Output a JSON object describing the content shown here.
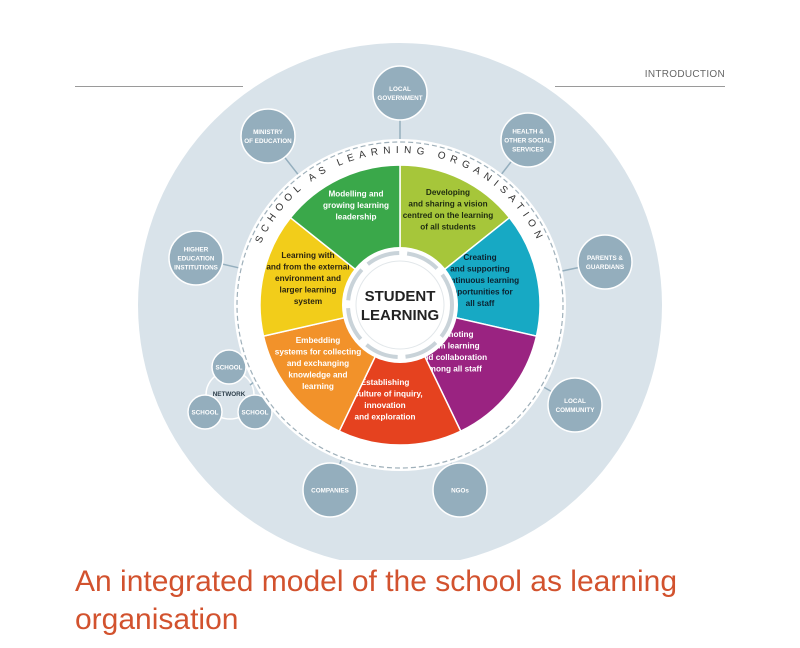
{
  "header": {
    "section": "INTRODUCTION"
  },
  "center": {
    "line1": "STUDENT",
    "line2": "LEARNING"
  },
  "ring_label": "SCHOOL AS LEARNING ORGANISATION",
  "dimensions": [
    {
      "lines": [
        "Developing",
        "and sharing a vision",
        "centred on the learning",
        "of all students"
      ],
      "color": "#a6c63a",
      "text_color": "#1e2b10"
    },
    {
      "lines": [
        "Creating",
        "and supporting",
        "continuous learning",
        "opportunities for",
        "all staff"
      ],
      "color": "#17a9c4",
      "text_color": "#0c2230"
    },
    {
      "lines": [
        "Promoting",
        "team learning",
        "and collaboration",
        "among all staff"
      ],
      "color": "#9a2381",
      "text_color": "#ffffff"
    },
    {
      "lines": [
        "Establishing",
        "a culture of inquiry,",
        "innovation",
        "and exploration"
      ],
      "color": "#e5421f",
      "text_color": "#ffffff"
    },
    {
      "lines": [
        "Embedding",
        "systems for collecting",
        "and exchanging",
        "knowledge and",
        "learning"
      ],
      "color": "#f2922a",
      "text_color": "#ffffff"
    },
    {
      "lines": [
        "Learning with",
        "and from the external",
        "environment and",
        "larger learning",
        "system"
      ],
      "color": "#f2cd1a",
      "text_color": "#2a2410"
    },
    {
      "lines": [
        "Modelling and",
        "growing learning",
        "leadership"
      ],
      "color": "#3aa84a",
      "text_color": "#ffffff"
    }
  ],
  "partners": [
    {
      "lines": [
        "LOCAL",
        "GOVERNMENT"
      ]
    },
    {
      "lines": [
        "HEALTH &",
        "OTHER SOCIAL",
        "SERVICES"
      ]
    },
    {
      "lines": [
        "PARENTS &",
        "GUARDIANS"
      ]
    },
    {
      "lines": [
        "LOCAL",
        "COMMUNITY"
      ]
    },
    {
      "lines": [
        "NGOs"
      ]
    },
    {
      "lines": [
        "COMPANIES"
      ]
    },
    {
      "lines": [
        "HIGHER",
        "EDUCATION",
        "INSTITUTIONS"
      ]
    },
    {
      "lines": [
        "MINISTRY",
        "OF EDUCATION"
      ]
    }
  ],
  "network": {
    "label": "NETWORK",
    "schools": [
      "SCHOOL",
      "SCHOOL",
      "SCHOOL"
    ]
  },
  "colors": {
    "outer_ring": "#d9e3ea",
    "node": "#94aebd",
    "connector": "#94aebd",
    "caption": "#d2522e"
  },
  "caption": "An integrated model of the school as learning organisation"
}
